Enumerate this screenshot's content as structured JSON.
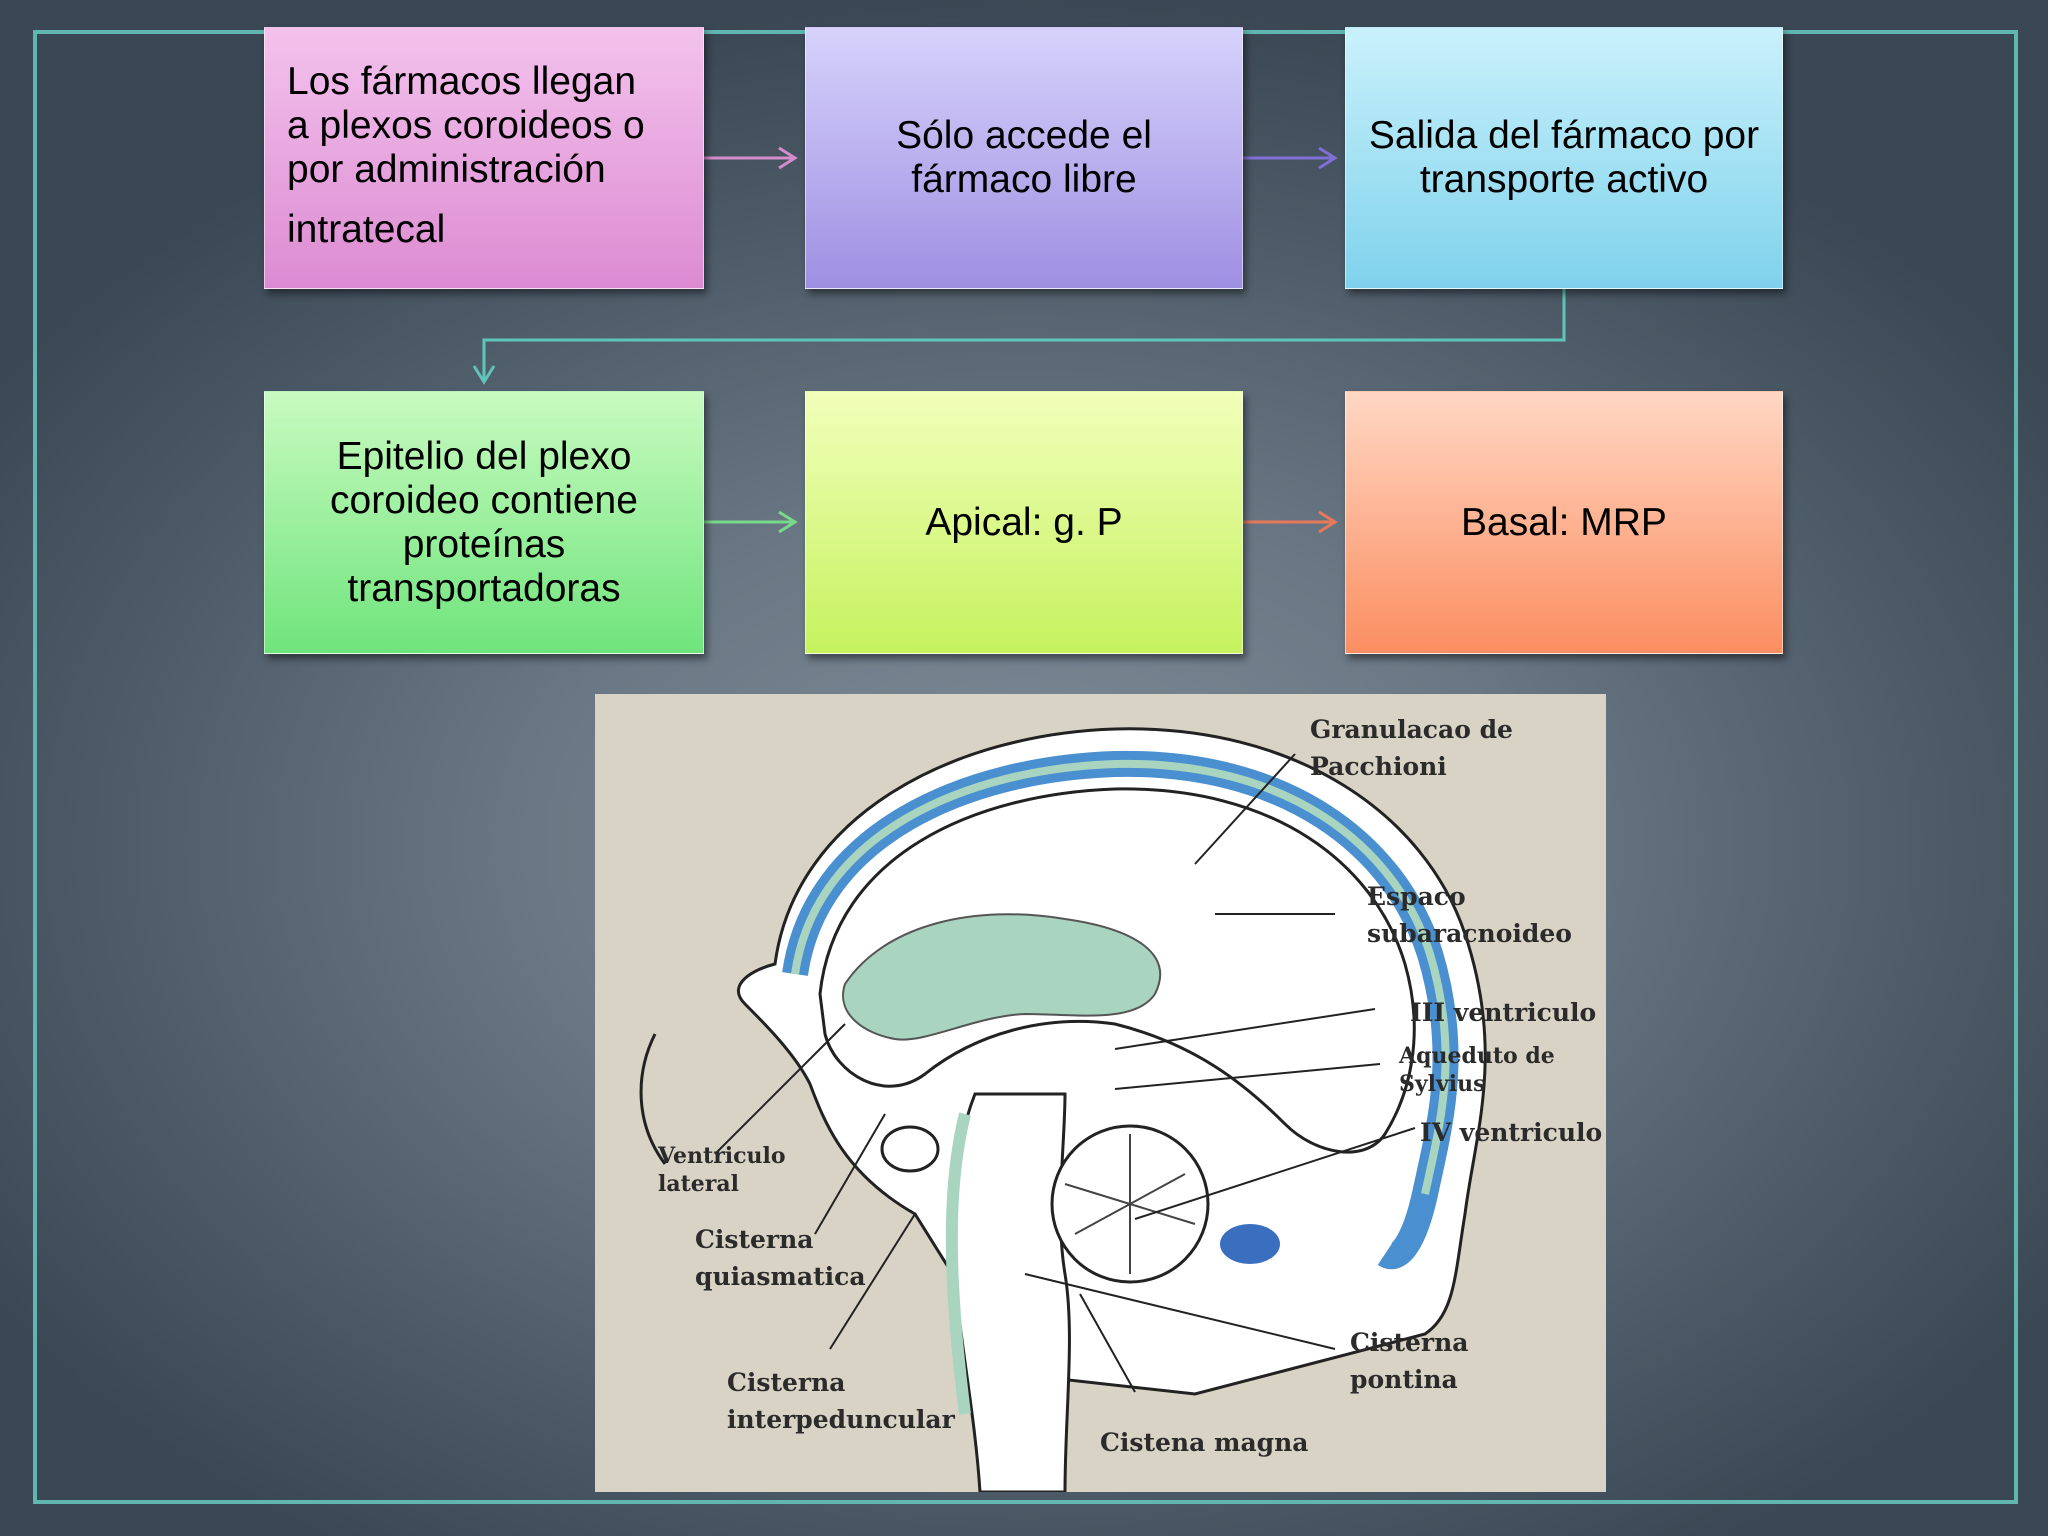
{
  "flow": {
    "box1": {
      "line1": "Los fármacos llegan",
      "line2": "a plexos coroideos o",
      "line3": "por administración",
      "line4": "intratecal"
    },
    "box2": "Sólo accede el fármaco libre",
    "box3": "Salida del fármaco por transporte activo",
    "box4": "Epitelio del plexo coroideo contiene proteínas transportadoras",
    "box5": "Apical: g. P",
    "box6": "Basal: MRP"
  },
  "diagram": {
    "labels": {
      "granulacao": "Granulacao de\nPacchioni",
      "espaco": "Espaco\nsubaracnoideo",
      "iii_ventriculo": "III ventriculo",
      "aqueduto": "Aqueduto de\nSylvius",
      "iv_ventriculo": "IV ventriculo",
      "ventriculo_lateral": "Ventriculo\nlateral",
      "cisterna_quiasmatica": "Cisterna\nquiasmatica",
      "cisterna_interpeduncular": "Cisterna\ninterpeduncular",
      "cistena_magna": "Cistena magna",
      "cisterna_pontina": "Cisterna\npontina"
    }
  },
  "colors": {
    "frame": "#5fb7b0",
    "csf_blue": "#4a90d0",
    "csf_green": "#a8d4c0"
  }
}
